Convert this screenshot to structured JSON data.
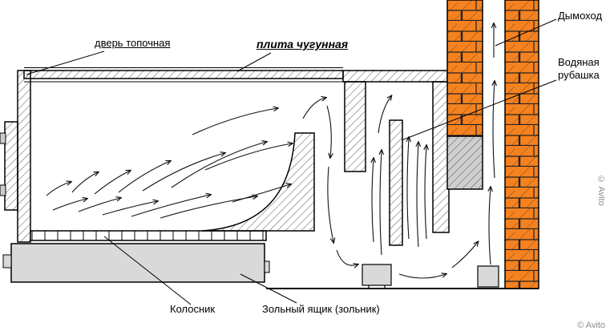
{
  "labels": {
    "door": "дверь топочная",
    "plate": "плита чугунная",
    "chimney": "Дымоход",
    "water_jacket": "Водяная рубашка",
    "grate": "Колосник",
    "ash_box": "Зольный ящик (зольник)"
  },
  "watermark": {
    "corner": "© Avito",
    "side": "© Avito"
  },
  "colors": {
    "brick": "#F5821F",
    "gray_fill": "#D9D9D9",
    "line": "#000000",
    "watermark": "#8C8C8C",
    "background": "#FFFFFF"
  }
}
